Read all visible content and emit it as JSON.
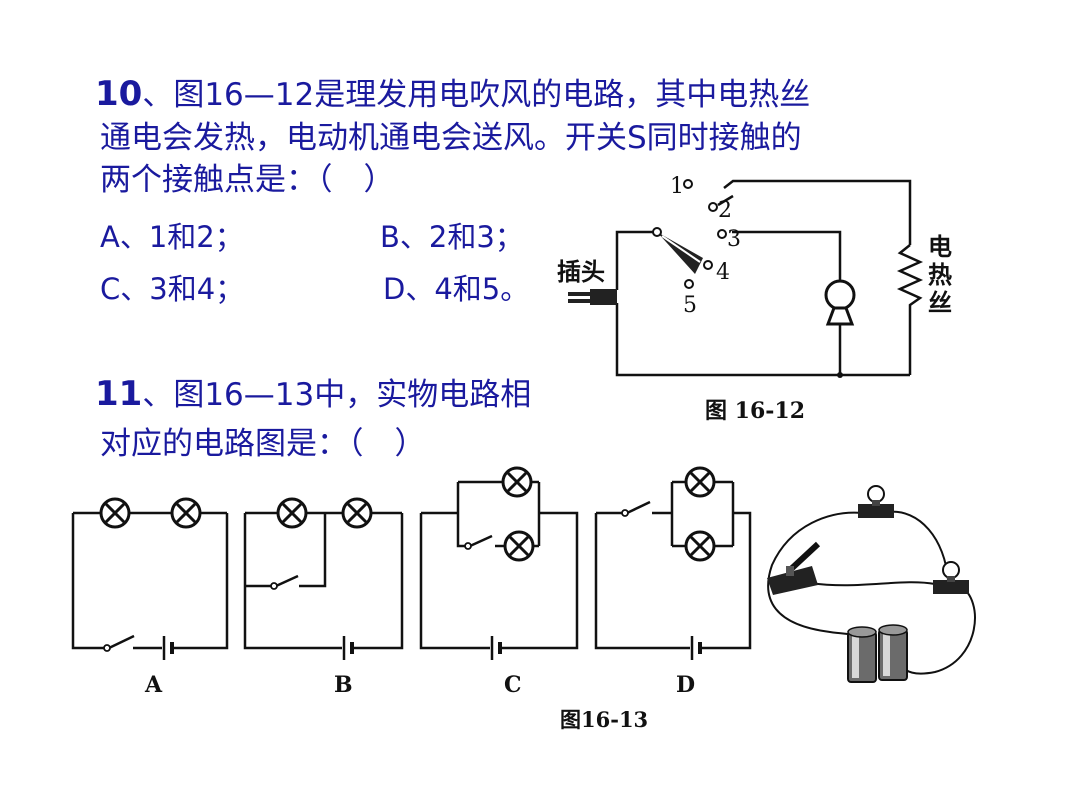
{
  "q10": {
    "number": "10",
    "line1": "、图16—12是理发用电吹风的电路，其中电热丝",
    "line2": "通电会发热，电动机通电会送风。开关S同时接触的",
    "line3": "两个接触点是：（　）",
    "options": [
      "A、1和2；",
      "B、2和3；",
      "C、3和4；",
      "D、4和5。"
    ]
  },
  "fig1612": {
    "plug_label": "插头",
    "heater_label_1": "电",
    "heater_label_2": "热",
    "heater_label_3": "丝",
    "contacts": [
      "1",
      "2",
      "3",
      "4",
      "5"
    ],
    "caption": "图 16-12"
  },
  "q11": {
    "number": "11",
    "line1": "、图16—13中，实物电路相",
    "line2": "对应的电路图是：（　）"
  },
  "fig1613": {
    "labels": [
      "A",
      "B",
      "C",
      "D"
    ],
    "caption": "图16-13"
  }
}
